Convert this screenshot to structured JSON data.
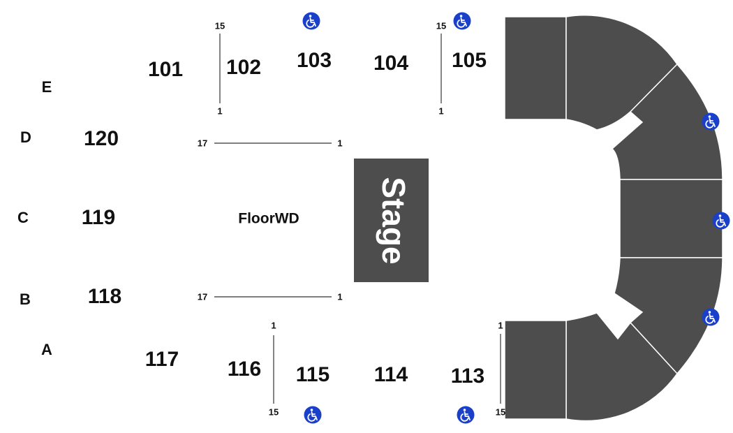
{
  "map": {
    "stage_label": "Stage",
    "floor_label": "FloorWD",
    "sections": [
      "101",
      "102",
      "103",
      "104",
      "105",
      "113",
      "114",
      "115",
      "116",
      "117",
      "118",
      "119",
      "120"
    ],
    "letters": [
      "E",
      "D",
      "C",
      "B",
      "A"
    ],
    "rows": {
      "r102_top": "15",
      "r102_bottom": "1",
      "r105_top": "15",
      "r105_bottom": "1",
      "floor_top_left": "17",
      "floor_top_right": "1",
      "floor_bottom_left": "17",
      "floor_bottom_right": "1",
      "r116_top": "1",
      "r116_bottom": "15",
      "r113_top": "1",
      "r113_bottom": "15"
    },
    "colors": {
      "block": "#4d4d4d",
      "accessible": "#1a3fc8"
    },
    "icons": {
      "accessible": "wheelchair-icon"
    }
  }
}
